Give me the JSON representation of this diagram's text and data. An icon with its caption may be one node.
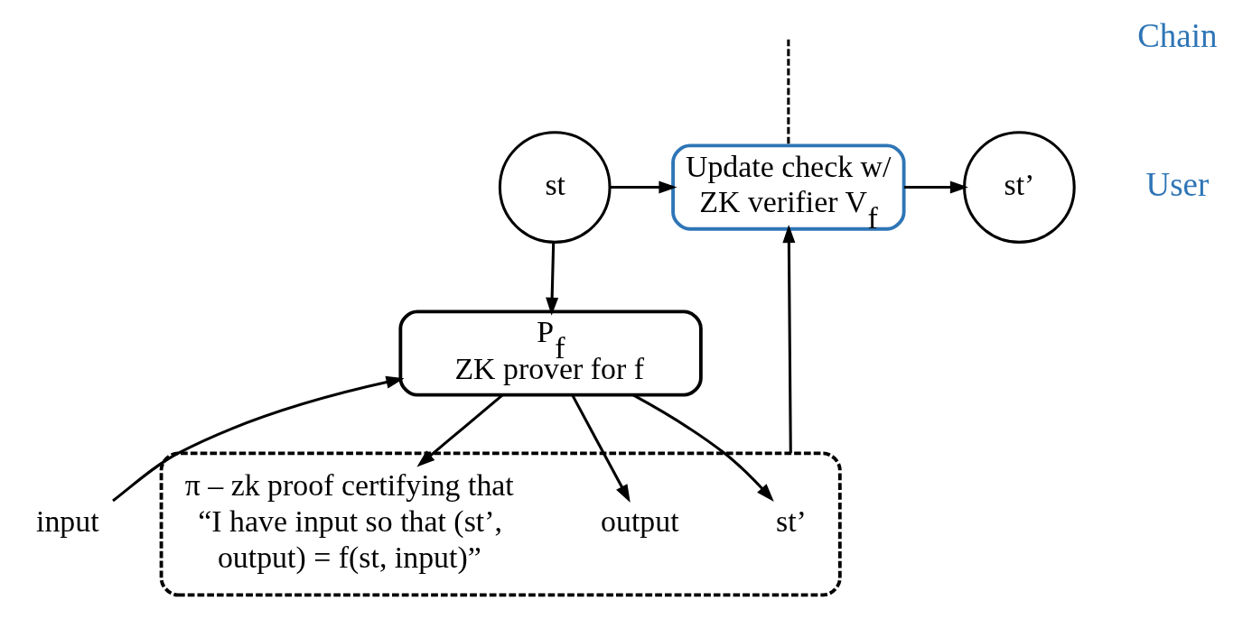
{
  "diagram": {
    "nodes": [
      {
        "text": [
          "st"
        ]
      },
      {
        "text": [
          "Update check w/ ZK verifier V$_{f}$"
        ]
      },
      {
        "text": [
          "st’"
        ]
      },
      {
        "text": [
          "P$_{f}$",
          "ZK prover for f"
        ]
      },
      {
        "text": [
          "input"
        ]
      },
      {
        "text": [],
        "shape": "box"
      },
      {
        "text": [
          "st’"
        ],
        "in": 5
      },
      {
        "text": [
          "output"
        ],
        "in": 5
      },
      {
        "text": [
          "π – zk proof certifying that “I have input so that (st’, output) = f(st, input)”"
        ],
        "in": 5
      }
    ],
    "edges": [
      {
        "from": 0,
        "to": 1,
        "arrow": "to"
      },
      {
        "from": 1,
        "to": 2,
        "arrow": "to"
      },
      {
        "from": 0,
        "to": 3,
        "arrow": "to"
      },
      {
        "from": 4,
        "to": 3,
        "arrow": "to"
      },
      {
        "from": 3,
        "to": 6,
        "arrow": "to"
      },
      {
        "from": 3,
        "to": 7,
        "arrow": "to"
      },
      {
        "from": 3,
        "to": 8,
        "arrow": "to"
      },
      {
        "from": 5,
        "to": 1,
        "arrow": "to"
      },
      {
        "from": null,
        "to": 1,
        "arrow": "none",
        "style": "dashed"
      }
    ],
    "labels": [
      "Chain",
      "User"
    ]
  }
}
